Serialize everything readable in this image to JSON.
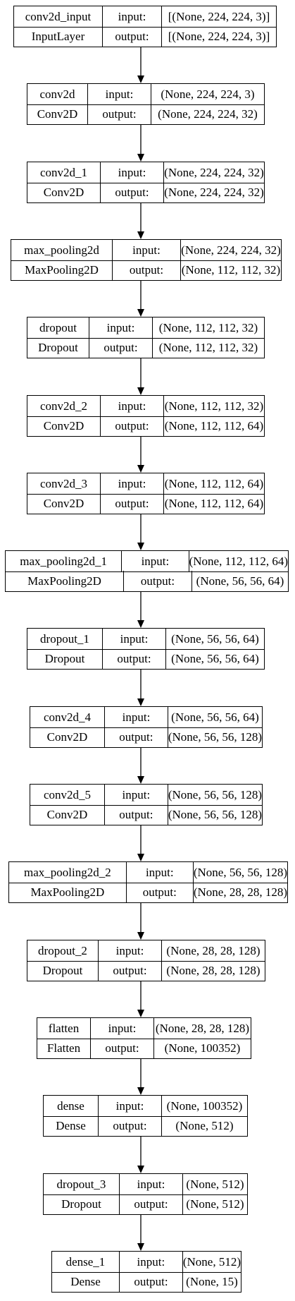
{
  "labels": {
    "input": "input:",
    "output": "output:"
  },
  "layers": [
    {
      "name": "conv2d_input",
      "type": "InputLayer",
      "input": "[(None, 224, 224, 3)]",
      "output": "[(None, 224, 224, 3)]"
    },
    {
      "name": "conv2d",
      "type": "Conv2D",
      "input": "(None, 224, 224, 3)",
      "output": "(None, 224, 224, 32)"
    },
    {
      "name": "conv2d_1",
      "type": "Conv2D",
      "input": "(None, 224, 224, 32)",
      "output": "(None, 224, 224, 32)"
    },
    {
      "name": "max_pooling2d",
      "type": "MaxPooling2D",
      "input": "(None, 224, 224, 32)",
      "output": "(None, 112, 112, 32)"
    },
    {
      "name": "dropout",
      "type": "Dropout",
      "input": "(None, 112, 112, 32)",
      "output": "(None, 112, 112, 32)"
    },
    {
      "name": "conv2d_2",
      "type": "Conv2D",
      "input": "(None, 112, 112, 32)",
      "output": "(None, 112, 112, 64)"
    },
    {
      "name": "conv2d_3",
      "type": "Conv2D",
      "input": "(None, 112, 112, 64)",
      "output": "(None, 112, 112, 64)"
    },
    {
      "name": "max_pooling2d_1",
      "type": "MaxPooling2D",
      "input": "(None, 112, 112, 64)",
      "output": "(None, 56, 56, 64)"
    },
    {
      "name": "dropout_1",
      "type": "Dropout",
      "input": "(None, 56, 56, 64)",
      "output": "(None, 56, 56, 64)"
    },
    {
      "name": "conv2d_4",
      "type": "Conv2D",
      "input": "(None, 56, 56, 64)",
      "output": "(None, 56, 56, 128)"
    },
    {
      "name": "conv2d_5",
      "type": "Conv2D",
      "input": "(None, 56, 56, 128)",
      "output": "(None, 56, 56, 128)"
    },
    {
      "name": "max_pooling2d_2",
      "type": "MaxPooling2D",
      "input": "(None, 56, 56, 128)",
      "output": "(None, 28, 28, 128)"
    },
    {
      "name": "dropout_2",
      "type": "Dropout",
      "input": "(None, 28, 28, 128)",
      "output": "(None, 28, 28, 128)"
    },
    {
      "name": "flatten",
      "type": "Flatten",
      "input": "(None, 28, 28, 128)",
      "output": "(None, 100352)"
    },
    {
      "name": "dense",
      "type": "Dense",
      "input": "(None, 100352)",
      "output": "(None, 512)"
    },
    {
      "name": "dropout_3",
      "type": "Dropout",
      "input": "(None, 512)",
      "output": "(None, 512)"
    },
    {
      "name": "dense_1",
      "type": "Dense",
      "input": "(None, 512)",
      "output": "(None, 15)"
    }
  ]
}
